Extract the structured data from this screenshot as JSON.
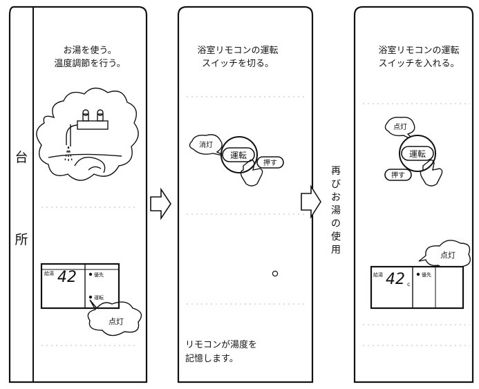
{
  "step1": {
    "side_char_top": "台",
    "side_char_bottom": "所",
    "title_line1": "お湯を使う。",
    "title_line2": "温度調節を行う。",
    "remote": {
      "label": "給湯",
      "temp": "42",
      "indicator_top": "優先",
      "indicator_bottom": "運転"
    },
    "callout": "点灯"
  },
  "step2": {
    "title_line1": "浴室リモコンの運転",
    "title_line2": "スイッチを切る。",
    "lamp_callout": "消灯",
    "button_label": "運転",
    "press_label": "押す",
    "footer_line1": "リモコンが湯度を",
    "footer_line2": "記憶します。"
  },
  "between": {
    "vertical_text": [
      "再",
      "び",
      "お",
      "湯",
      "の",
      "使",
      "用"
    ]
  },
  "step3": {
    "title_line1": "浴室リモコンの運転",
    "title_line2": "スイッチを入れる。",
    "lamp_callout": "点灯",
    "button_label": "運転",
    "press_label": "押す",
    "remote": {
      "label": "給湯",
      "temp": "42",
      "unit": "c",
      "indicator": "優先"
    },
    "callout": "点灯"
  }
}
